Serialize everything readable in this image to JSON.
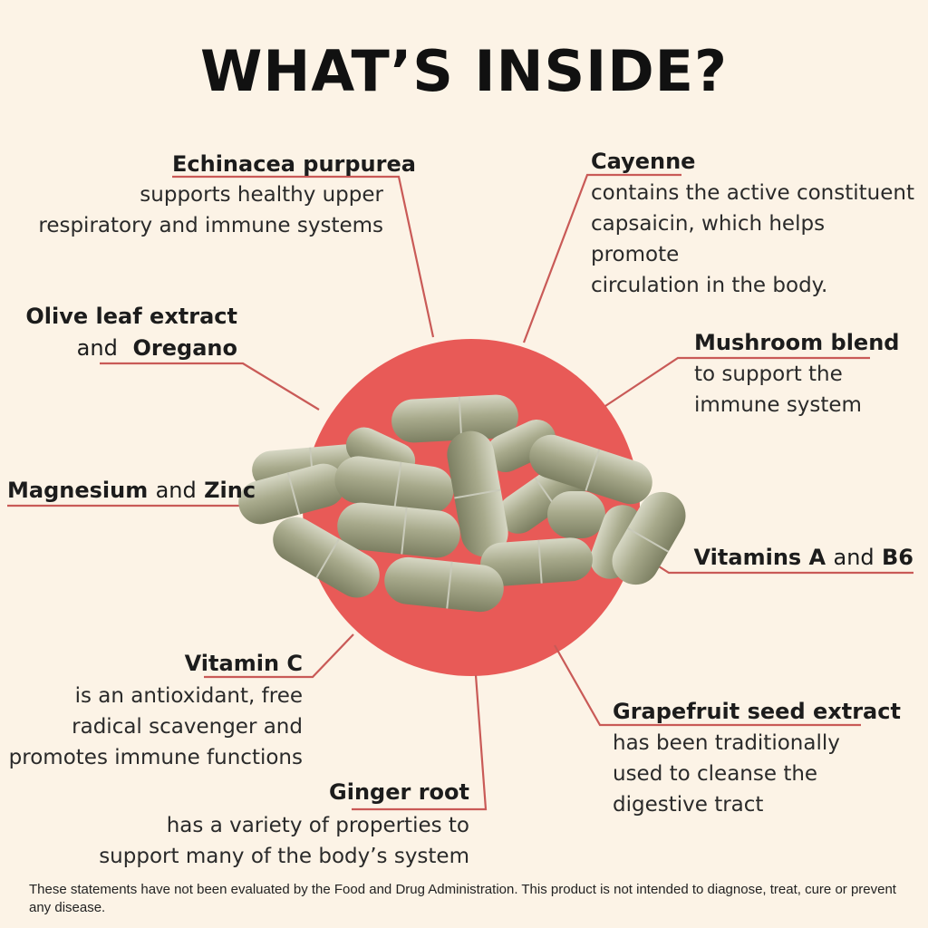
{
  "title": "WHAT’S INSIDE?",
  "ingredients": {
    "echinacea": {
      "name": "Echinacea purpurea",
      "desc_1": "supports healthy upper",
      "desc_2": "respiratory and immune systems"
    },
    "cayenne": {
      "name": "Cayenne",
      "desc_1": "contains the active constituent",
      "desc_2": "capsaicin, which helps promote",
      "desc_3": "circulation in the body."
    },
    "olive": {
      "name_1": "Olive leaf extract",
      "and": "and",
      "name_2": "Oregano"
    },
    "mushroom": {
      "name": "Mushroom blend",
      "desc_1": "to support the",
      "desc_2": "immune system"
    },
    "magnesium": {
      "name_1": "Magnesium",
      "and": "and",
      "name_2": "Zinc"
    },
    "vitamins": {
      "name_1": "Vitamins A",
      "and": "and",
      "name_2": "B6"
    },
    "vitamin_c": {
      "name": "Vitamin C",
      "desc_1": "is an antioxidant, free",
      "desc_2": "radical scavenger and",
      "desc_3": "promotes immune functions"
    },
    "grapefruit": {
      "name": "Grapefruit seed extract",
      "desc_1": "has been traditionally",
      "desc_2": "used to cleanse the",
      "desc_3": "digestive tract"
    },
    "ginger": {
      "name": "Ginger root",
      "desc_1": "has a variety of properties to",
      "desc_2": "support many of the body’s system"
    }
  },
  "disclaimer": "These statements have not been evaluated by the Food and Drug Administration. This product is not intended to diagnose, treat, cure or prevent any disease.",
  "colors": {
    "accent": "#e85a57",
    "background": "#fcf3e6",
    "capsule": "#a9ab8e"
  }
}
